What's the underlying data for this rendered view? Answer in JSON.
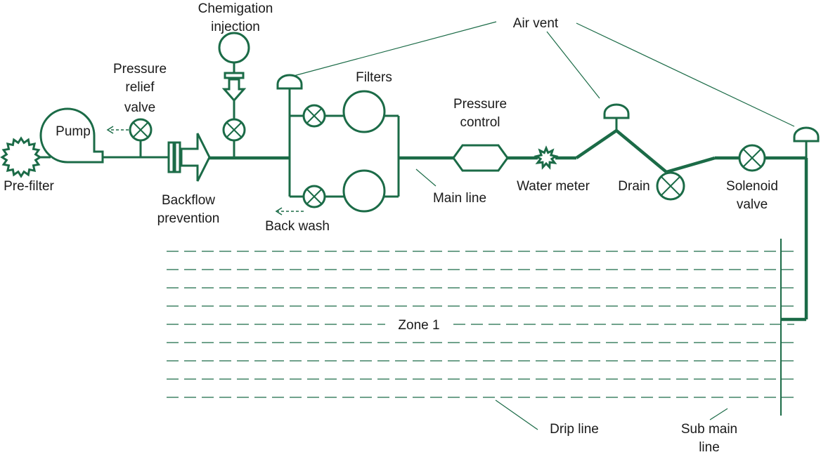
{
  "labels": {
    "chemigation_line1": "Chemigation",
    "chemigation_line2": "injection",
    "air_vent": "Air vent",
    "pressure_relief_line1": "Pressure",
    "pressure_relief_line2": "relief",
    "pressure_relief_line3": "valve",
    "filters": "Filters",
    "pressure_control_line1": "Pressure",
    "pressure_control_line2": "control",
    "pump": "Pump",
    "pre_filter": "Pre-filter",
    "backflow_line1": "Backflow",
    "backflow_line2": "prevention",
    "back_wash": "Back wash",
    "main_line": "Main line",
    "water_meter": "Water meter",
    "drain": "Drain",
    "solenoid_line1": "Solenoid",
    "solenoid_line2": "valve",
    "zone": "Zone 1",
    "drip_line": "Drip line",
    "sub_main_line1": "Sub main",
    "sub_main_line2": "line"
  },
  "colors": {
    "pipe": "#1b6b47",
    "text": "#1a1a1a",
    "background": "#ffffff"
  }
}
